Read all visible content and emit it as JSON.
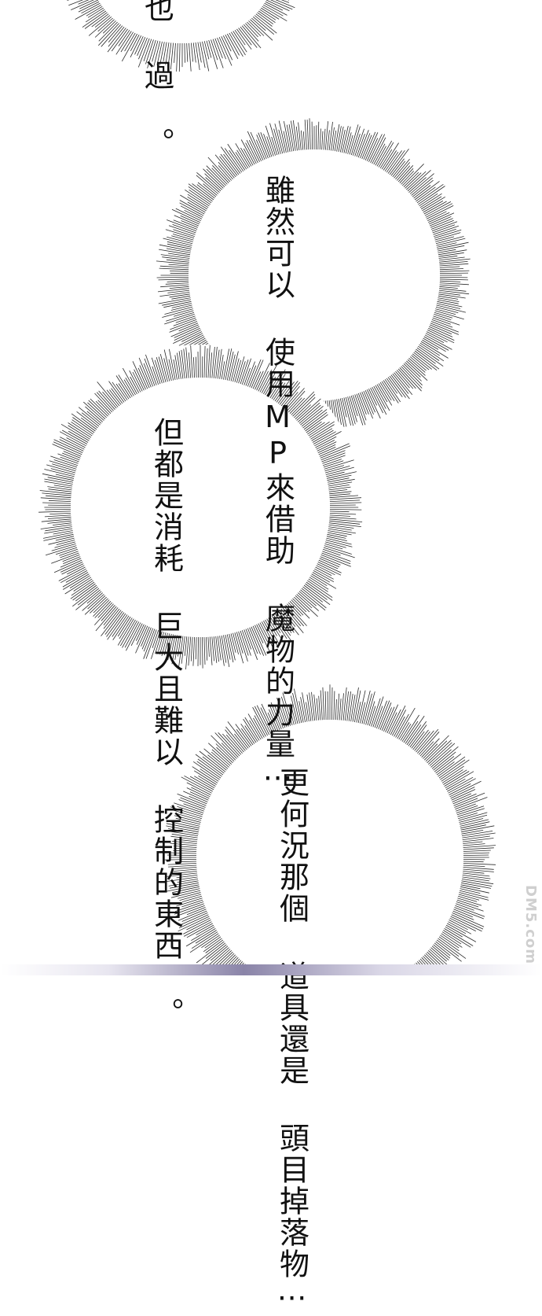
{
  "bubble_top": {
    "lines": [
      "。",
      "過",
      "也"
    ]
  },
  "bubble_1": {
    "lines": [
      "雖然可以",
      "使用MP來借助",
      "魔物的力量⋯"
    ]
  },
  "bubble_2": {
    "lines": [
      "但都是消耗",
      "巨大且難以",
      "控制的東西",
      "。"
    ]
  },
  "bubble_3": {
    "lines": [
      "更何況那個",
      "道具還是",
      "頭目掉落物⋯"
    ]
  },
  "watermark": {
    "text": "DM5.com"
  },
  "colors": {
    "ink": "#111111",
    "background": "#ffffff",
    "watermark": "#cfcfcf"
  }
}
